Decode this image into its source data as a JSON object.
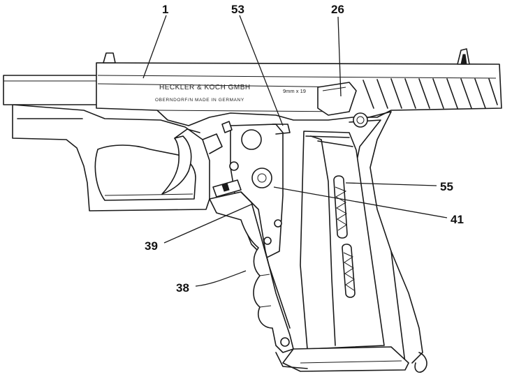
{
  "engraving": {
    "maker": "HECKLER & KOCH   GMBH",
    "location": "OBERNDORF/N  MADE IN GERMANY",
    "caliber": "9mm x 19"
  },
  "callouts": {
    "c1": "1",
    "c53": "53",
    "c26": "26",
    "c55": "55",
    "c41": "41",
    "c39": "39",
    "c38": "38"
  }
}
